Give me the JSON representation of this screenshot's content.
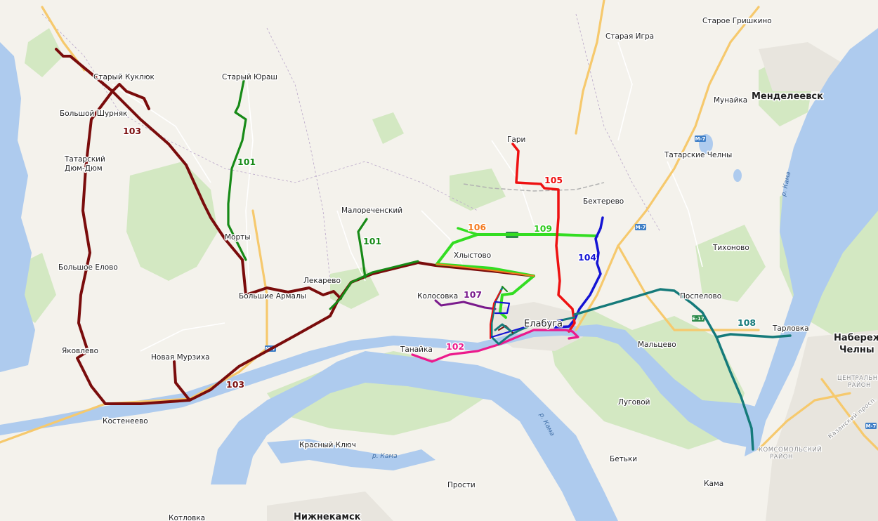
{
  "places": {
    "stariy_kuklyuk": "Старый Куклюк",
    "bolshoy_shurnyak": "Большой Шурняк",
    "tatarskiy_dyumdyum_1": "Татарский",
    "tatarskiy_dyumdyum_2": "Дюм-Дюм",
    "bolshoe_elovo": "Большое Елово",
    "yakovlevo": "Яковлево",
    "novaya_murziha": "Новая Мурзиха",
    "kosteneevo": "Костенеево",
    "stariy_yurash": "Старый Юраш",
    "morty": "Морты",
    "bolshie_armaly": "Большие Армалы",
    "lekarevo": "Лекарево",
    "malorechenskiy": "Малореченский",
    "hlystovo": "Хлыстово",
    "kolosovka": "Колосовка",
    "tanayka": "Танайка",
    "elabuga": "Елабуга",
    "gari": "Гари",
    "bekhterevo": "Бехтерево",
    "staraya_igra": "Старая Игра",
    "staroe_grishkino": "Старое Гришкино",
    "munayka": "Мунайка",
    "mendeleevsk": "Менделеевск",
    "tatarskie_chelny": "Татарские Челны",
    "tikhonovo": "Тихоново",
    "pospelovo": "Поспелово",
    "maltsevo": "Мальцево",
    "tarlovka": "Тарловка",
    "naberezhnye_1": "Набереж",
    "naberezhnye_2": "Челны",
    "lugovoy": "Луговой",
    "betki": "Бетьки",
    "kama_village": "Кама",
    "krasniy_klyuch": "Красный Ключ",
    "prosti": "Прости",
    "nizhnekamsk": "Нижнекамск",
    "kotlovka": "Котловка"
  },
  "districts": {
    "central_1": "ЦЕНТРАЛЬНЫ",
    "central_2": "РАЙОН",
    "komsomolsky_1": "КОМСОМОЛЬСКИЙ",
    "komsomolsky_2": "РАЙОН"
  },
  "rivers": {
    "kama_1": "р. Кама",
    "kama_2": "р. Кама",
    "kama_3": "р. Кама"
  },
  "streets": {
    "kazansky": "Казанский просп."
  },
  "shields": {
    "m7": "М-7",
    "e17": "Е-17"
  },
  "routes": [
    {
      "id": "101",
      "label": "101",
      "color": "#178a17"
    },
    {
      "id": "102",
      "label": "102",
      "color": "#ec1a8c"
    },
    {
      "id": "103",
      "label": "103",
      "color": "#7a0c0c"
    },
    {
      "id": "104",
      "label": "104",
      "color": "#1414d4"
    },
    {
      "id": "105",
      "label": "105",
      "color": "#ee1111"
    },
    {
      "id": "106",
      "label": "106",
      "color": "#f47b20"
    },
    {
      "id": "107",
      "label": "107",
      "color": "#7a1a8c"
    },
    {
      "id": "108",
      "label": "108",
      "color": "#157a7a"
    },
    {
      "id": "109",
      "label": "109",
      "color": "#33dd22"
    }
  ],
  "colors": {
    "water": "#a9c9ee",
    "forest": "#cfe7bd",
    "land": "#f3f1ea",
    "urban": "#e6e3dc",
    "highway": "#f8cd7a"
  }
}
